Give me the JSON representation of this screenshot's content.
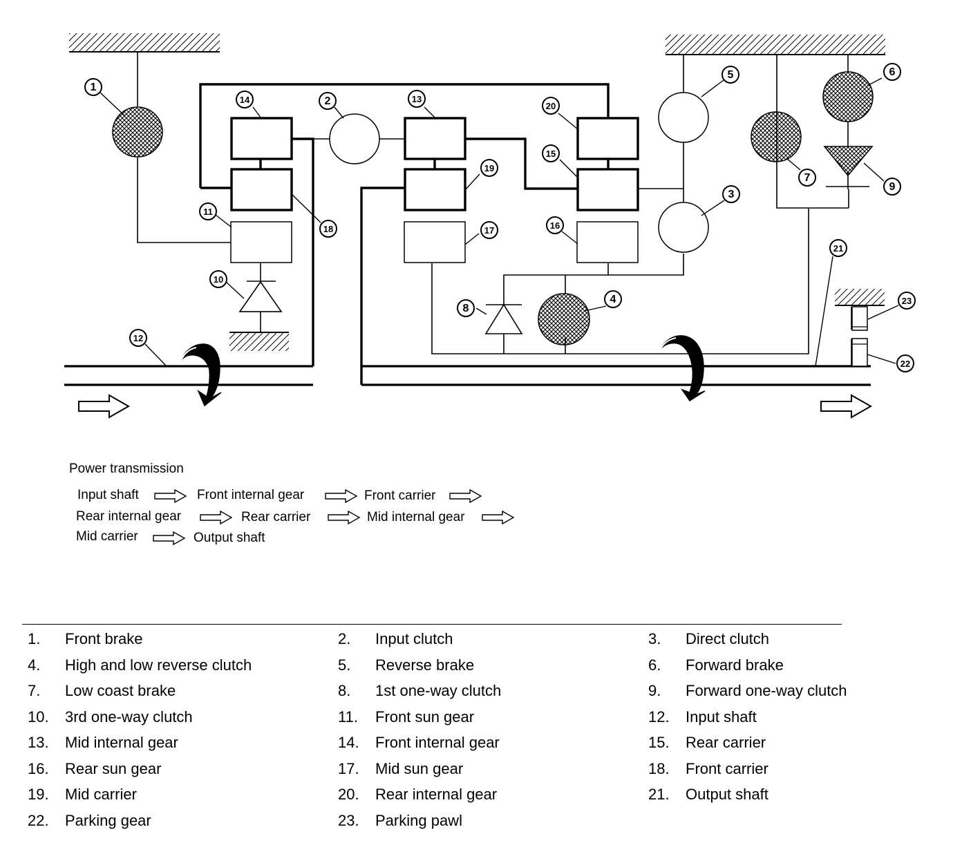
{
  "callouts": [
    "1",
    "2",
    "3",
    "4",
    "5",
    "6",
    "7",
    "8",
    "9",
    "10",
    "11",
    "12",
    "13",
    "14",
    "15",
    "16",
    "17",
    "18",
    "19",
    "20",
    "21",
    "22",
    "23"
  ],
  "power": {
    "title": "Power transmission",
    "steps": [
      "Input shaft",
      "Front internal gear",
      "Front carrier",
      "Rear internal gear",
      "Rear carrier",
      "Mid internal gear",
      "Mid carrier",
      "Output shaft"
    ]
  },
  "legend": [
    {
      "num": "1.",
      "label": "Front brake"
    },
    {
      "num": "2.",
      "label": "Input clutch"
    },
    {
      "num": "3.",
      "label": "Direct clutch"
    },
    {
      "num": "4.",
      "label": "High and low reverse clutch"
    },
    {
      "num": "5.",
      "label": "Reverse brake"
    },
    {
      "num": "6.",
      "label": "Forward brake"
    },
    {
      "num": "7.",
      "label": "Low coast brake"
    },
    {
      "num": "8.",
      "label": "1st one-way clutch"
    },
    {
      "num": "9.",
      "label": "Forward one-way clutch"
    },
    {
      "num": "10.",
      "label": "3rd one-way clutch"
    },
    {
      "num": "11.",
      "label": "Front sun gear"
    },
    {
      "num": "12.",
      "label": "Input shaft"
    },
    {
      "num": "13.",
      "label": "Mid internal gear"
    },
    {
      "num": "14.",
      "label": "Front internal gear"
    },
    {
      "num": "15.",
      "label": "Rear carrier"
    },
    {
      "num": "16.",
      "label": "Rear sun gear"
    },
    {
      "num": "17.",
      "label": "Mid sun gear"
    },
    {
      "num": "18.",
      "label": "Front carrier"
    },
    {
      "num": "19.",
      "label": "Mid carrier"
    },
    {
      "num": "20.",
      "label": "Rear internal gear"
    },
    {
      "num": "21.",
      "label": "Output shaft"
    },
    {
      "num": "22.",
      "label": "Parking gear"
    },
    {
      "num": "23.",
      "label": "Parking pawl"
    }
  ]
}
